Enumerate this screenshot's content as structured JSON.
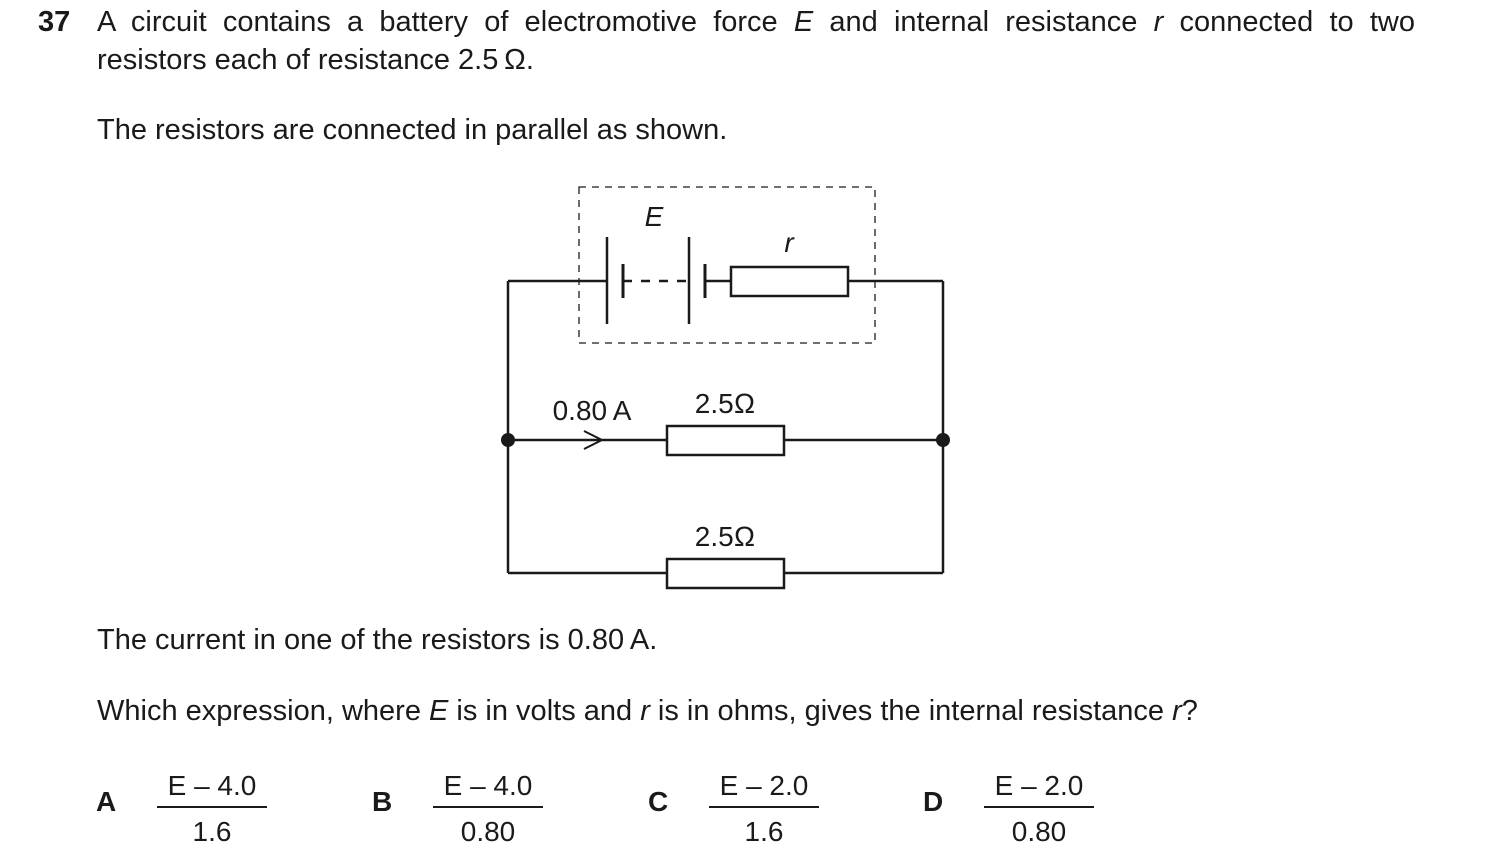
{
  "question": {
    "number": "37",
    "line1_parts": [
      "A circuit contains a battery of electromotive force ",
      "E",
      " and internal resistance ",
      "r",
      " connected to two"
    ],
    "line2": "resistors each of resistance 2.5 Ω.",
    "line3": "The resistors are connected in parallel as shown.",
    "line4": "The current in one of the resistors is 0.80 A.",
    "line5_parts": [
      "Which expression, where ",
      "E",
      " is in volts and ",
      "r",
      " is in ohms, gives the internal resistance ",
      "r",
      "?"
    ]
  },
  "circuit": {
    "emf_label": "E",
    "internal_resistance_label": "r",
    "current_label": "0.80 A",
    "resistor_top_label": "2.5Ω",
    "resistor_bottom_label": "2.5Ω"
  },
  "options": [
    {
      "letter": "A",
      "numerator": "E – 4.0",
      "denominator": "1.6"
    },
    {
      "letter": "B",
      "numerator": "E – 4.0",
      "denominator": "0.80"
    },
    {
      "letter": "C",
      "numerator": "E – 2.0",
      "denominator": "1.6"
    },
    {
      "letter": "D",
      "numerator": "E – 2.0",
      "denominator": "0.80"
    }
  ]
}
